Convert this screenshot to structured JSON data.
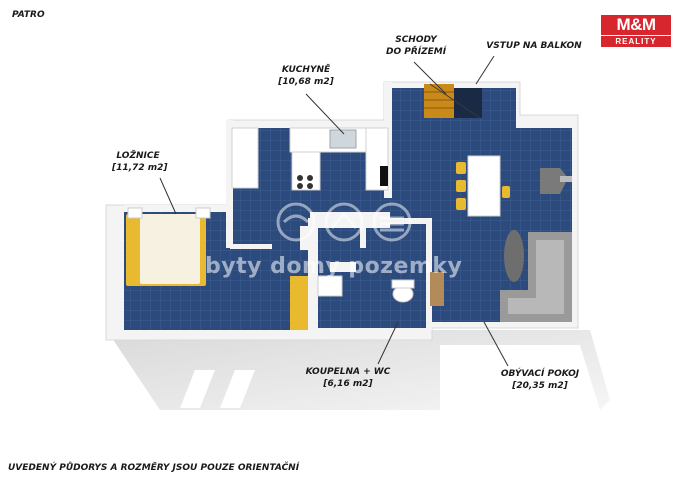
{
  "floor": {
    "label": "PATRO"
  },
  "logo": {
    "brand": "M&M",
    "sub": "REALITY"
  },
  "watermark": {
    "text": "byty domy pozemky"
  },
  "rooms": {
    "bedroom": {
      "name": "LOŽNICE",
      "area": "[11,72 m2]"
    },
    "kitchen": {
      "name": "KUCHYNĚ",
      "area": "[10,68 m2]"
    },
    "stairs": {
      "line1": "SCHODY",
      "line2": "DO PŘÍZEMÍ"
    },
    "balcony": {
      "name": "VSTUP NA BALKON"
    },
    "bathroom": {
      "name": "KOUPELNA + WC",
      "area": "[6,16 m2]"
    },
    "living": {
      "name": "OBÝVACÍ POKOJ",
      "area": "[20,35 m2]"
    }
  },
  "disclaimer": "UVEDENÝ PŮDORYS A ROZMĚRY JSOU POUZE ORIENTAČNÍ",
  "colors": {
    "floor_tile": "#2c4a7c",
    "wall": "#ffffff",
    "bed": "#e9b92f",
    "sofa": "#9a9a9a"
  }
}
